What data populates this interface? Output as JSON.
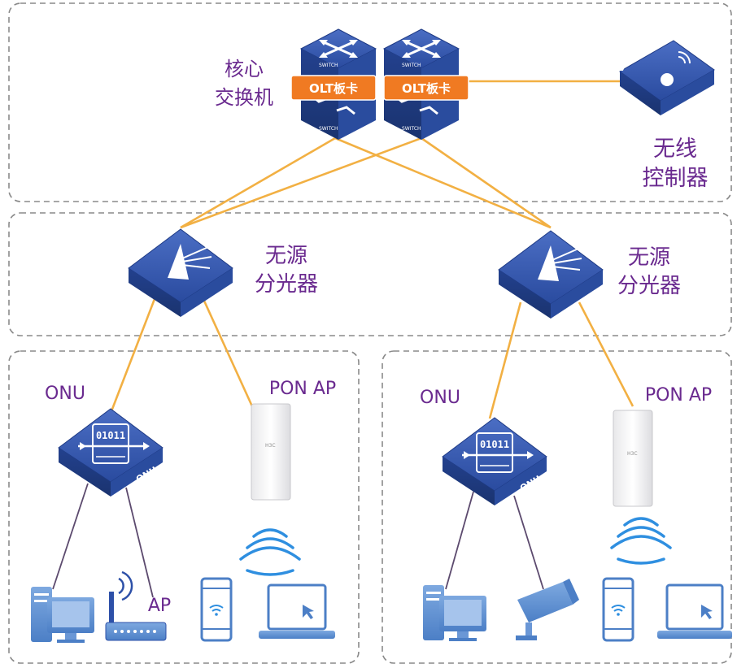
{
  "labels": {
    "core_switch": [
      "核心",
      "交换机"
    ],
    "wireless_controller": [
      "无线",
      "控制器"
    ],
    "splitter_left": [
      "无源",
      "分光器"
    ],
    "splitter_right": [
      "无源",
      "分光器"
    ],
    "onu_left": "ONU",
    "onu_right": "ONU",
    "pon_ap_left": "PON AP",
    "pon_ap_right": "PON AP",
    "ap": "AP",
    "olt_card_left": "OLT板卡",
    "olt_card_right": "OLT板卡",
    "switch_plate": "SWITCH",
    "onu_plate": "ONU",
    "onu_binary": "01011",
    "ap_brand": "H3C"
  },
  "colors": {
    "fiber": "#f2b043",
    "device_blue": "#2d50a8",
    "label_purple": "#6a2a8f",
    "olt_orange": "#f07a22",
    "border_gray": "#8a8a8a",
    "wifi_blue": "#2f8fe0",
    "pc_blue": "#5a8fd4"
  },
  "icons": [
    "switch-icon",
    "wireless-controller-icon",
    "splitter-icon",
    "onu-icon",
    "pon-ap-icon",
    "wifi-waves-icon",
    "desktop-pc-icon",
    "router-ap-icon",
    "smartphone-icon",
    "laptop-icon",
    "camera-icon"
  ]
}
